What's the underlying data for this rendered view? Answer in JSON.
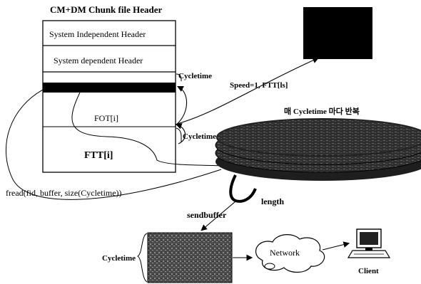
{
  "title": "CM+DM Chunk file Header",
  "header_rows": {
    "system_independent": "System Independent Header",
    "system_dependent": "System dependent Header"
  },
  "labels": {
    "cycletime_top": "Cycletime",
    "cycletime_mid": "Cycletime",
    "fot": "FOT[i]",
    "ftt": "FTT[i]",
    "speed": "Speed=1, FTT[ls]",
    "repeat_korean": "매 Cycletime 마다 반복",
    "fread": "fread(fid, buffer, size(Cycletime))",
    "length": "length",
    "sendbuffer": "sendbuffer",
    "cycletime_buffer": "Cycletime",
    "network": "Network",
    "client": "Client"
  },
  "colors": {
    "ink": "#000000",
    "disk": "#3a3a3a",
    "buffer": "#555555"
  }
}
